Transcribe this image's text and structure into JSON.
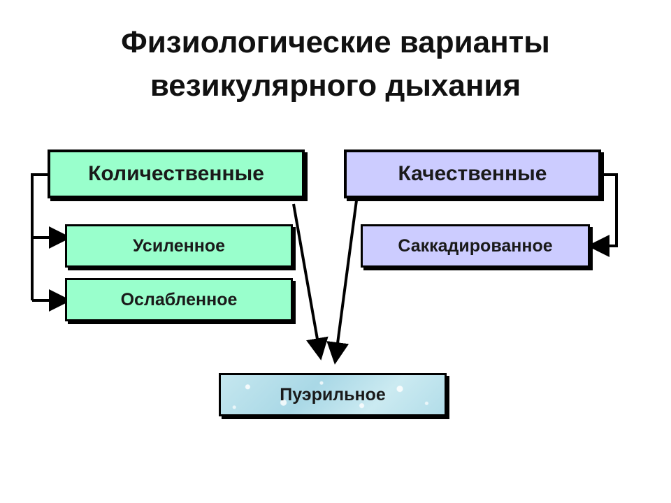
{
  "title": {
    "line1": "Физиологические варианты",
    "line2": "везикулярного дыхания"
  },
  "categories": {
    "quantitative": "Количественные",
    "qualitative": "Качественные"
  },
  "items": {
    "enhanced": "Усиленное",
    "weakened": "Ослабленное",
    "saccadic": "Саккадированное",
    "puerile": "Пуэрильное"
  },
  "colors": {
    "quantitative_fill": "#99ffcc",
    "qualitative_fill": "#ccccff",
    "puerile_fill": "#b2dde9",
    "stroke": "#000000"
  }
}
